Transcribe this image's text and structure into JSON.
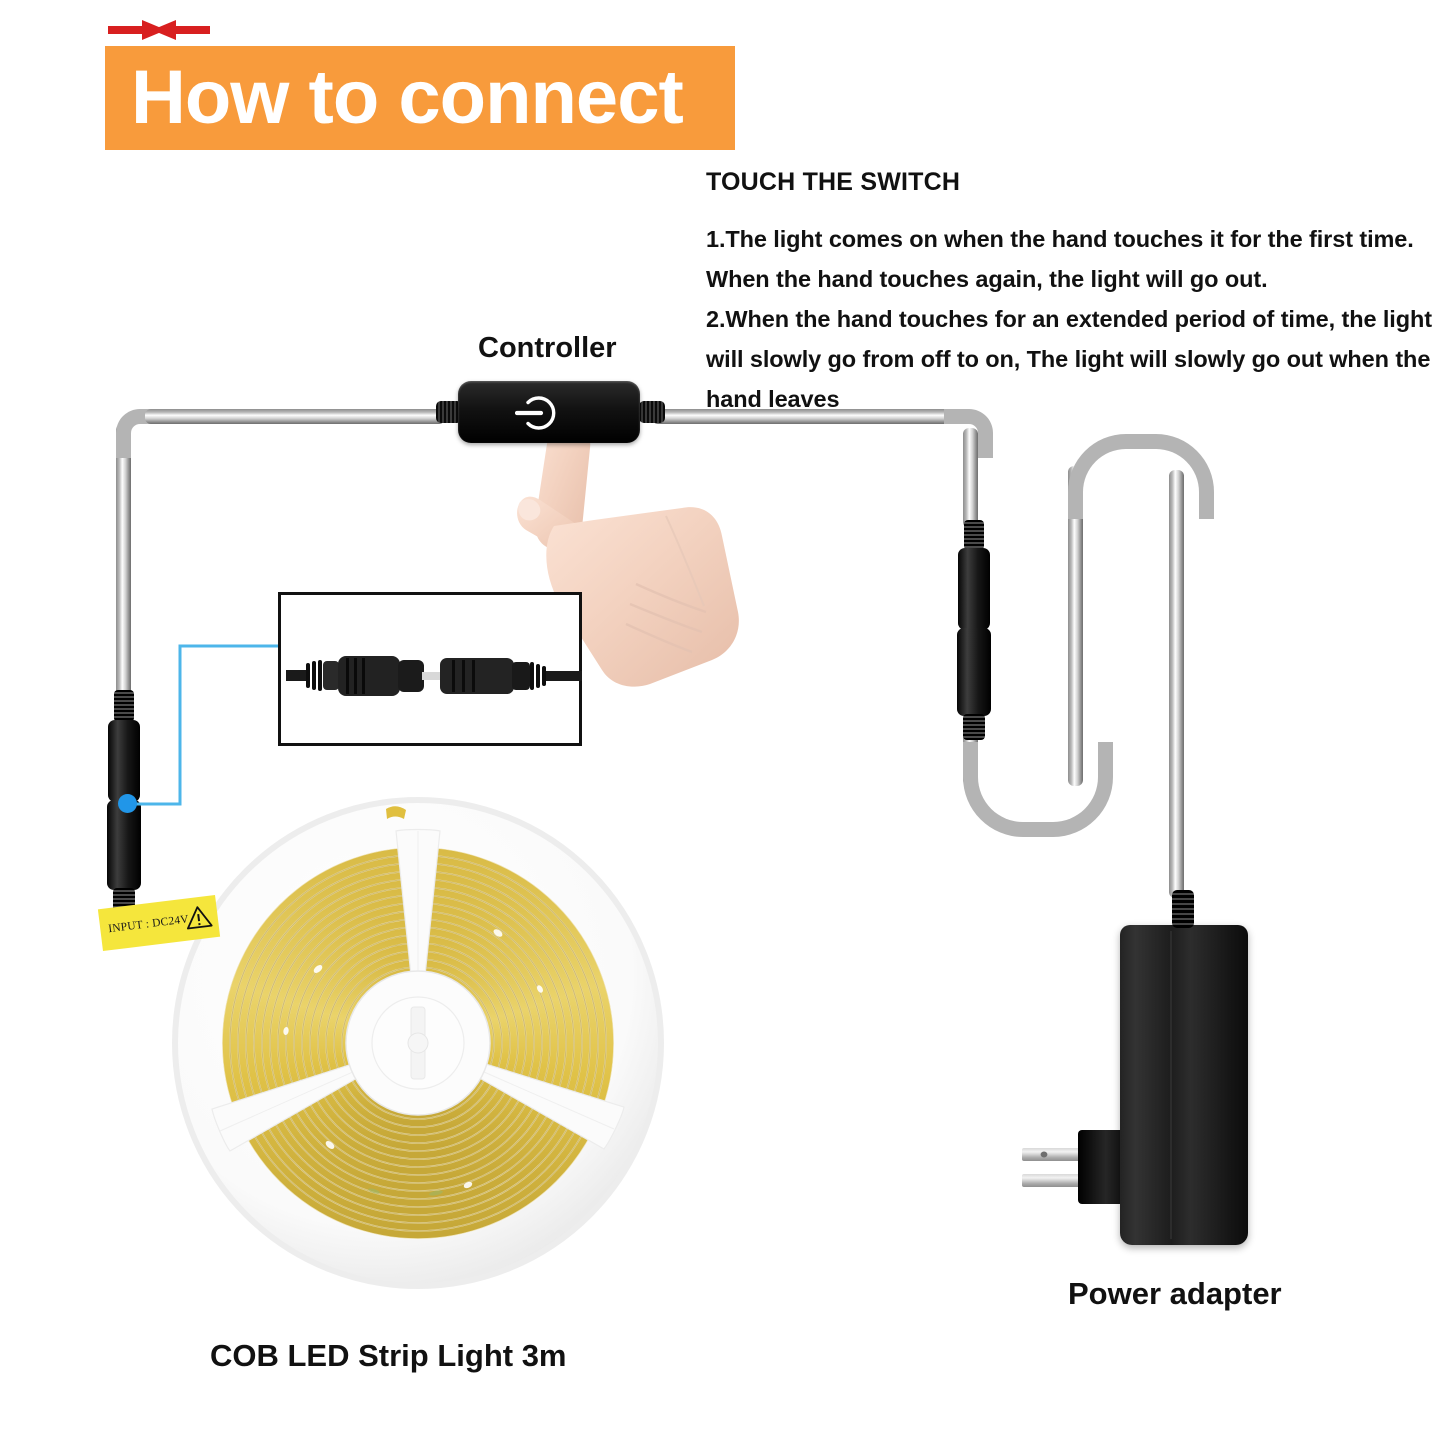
{
  "header": {
    "title": "How to connect",
    "accent_color": "#f89b3c",
    "text_color": "#ffffff"
  },
  "instructions": {
    "heading": "TOUCH THE SWITCH",
    "lines": [
      "1.The light comes on when the hand touches it for the first time.",
      "When the hand touches again, the light will go out.",
      "2.When the hand touches for an extended period of time, the light",
      "will slowly go from off to on, The light will slowly go out when the",
      "hand leaves"
    ]
  },
  "diagram": {
    "controller_label": "Controller",
    "controller_icon": "power-touch-icon",
    "strip_caption": "COB LED Strip Light 3m",
    "adapter_caption": "Power adapter",
    "hand_icon": "pointing-hand-icon",
    "cable_color": "#b4b4b4",
    "connector_color": "#111111"
  },
  "input_label": {
    "text": "INPUT : DC24V",
    "background_color": "#f5e63c",
    "icon": "warning-triangle-icon"
  },
  "inset": {
    "name": "connector-mating-detail",
    "arrow_color": "#d81f1f",
    "arrow_right_icon": "arrow-right-icon",
    "arrow_left_icon": "arrow-left-icon",
    "callout_color": "#2196e8",
    "border_color": "#111111"
  },
  "reel": {
    "body_color": "#fdfdfd",
    "strip_color": "#e3c23a",
    "hub_color": "#f2f2f2",
    "spoke_count": 3
  }
}
